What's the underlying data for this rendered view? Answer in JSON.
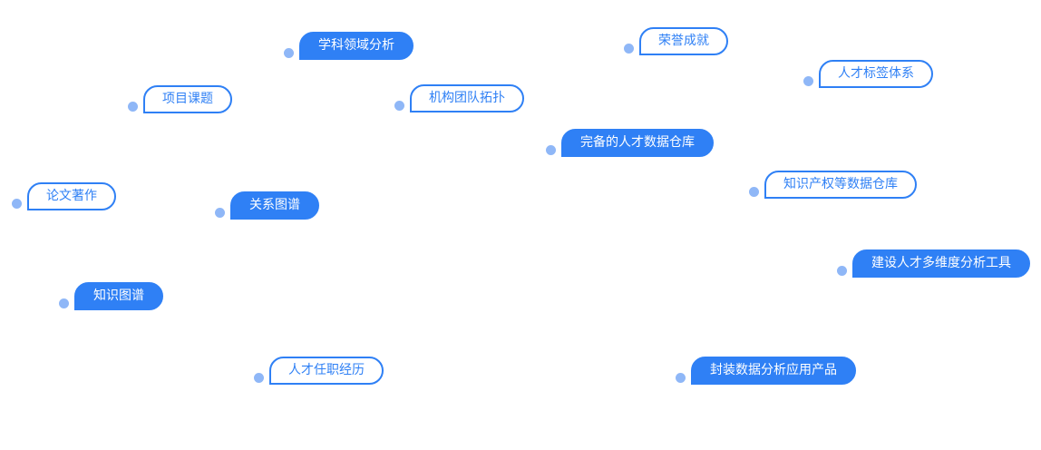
{
  "tags": {
    "t01": {
      "label": "学科领域分析",
      "style": "filled"
    },
    "t02": {
      "label": "荣誉成就",
      "style": "outline"
    },
    "t03": {
      "label": "人才标签体系",
      "style": "outline"
    },
    "t04": {
      "label": "项目课题",
      "style": "outline"
    },
    "t05": {
      "label": "机构团队拓扑",
      "style": "outline"
    },
    "t06": {
      "label": "完备的人才数据仓库",
      "style": "filled"
    },
    "t07": {
      "label": "知识产权等数据仓库",
      "style": "outline"
    },
    "t08": {
      "label": "论文著作",
      "style": "outline"
    },
    "t09": {
      "label": "关系图谱",
      "style": "filled"
    },
    "t10": {
      "label": "建设人才多维度分析工具",
      "style": "filled"
    },
    "t11": {
      "label": "知识图谱",
      "style": "filled"
    },
    "t12": {
      "label": "人才任职经历",
      "style": "outline"
    },
    "t13": {
      "label": "封装数据分析应用产品",
      "style": "filled"
    }
  },
  "colors": {
    "accent": "#2f80f5",
    "dot": "#8fb7f7",
    "background": "#ffffff"
  }
}
